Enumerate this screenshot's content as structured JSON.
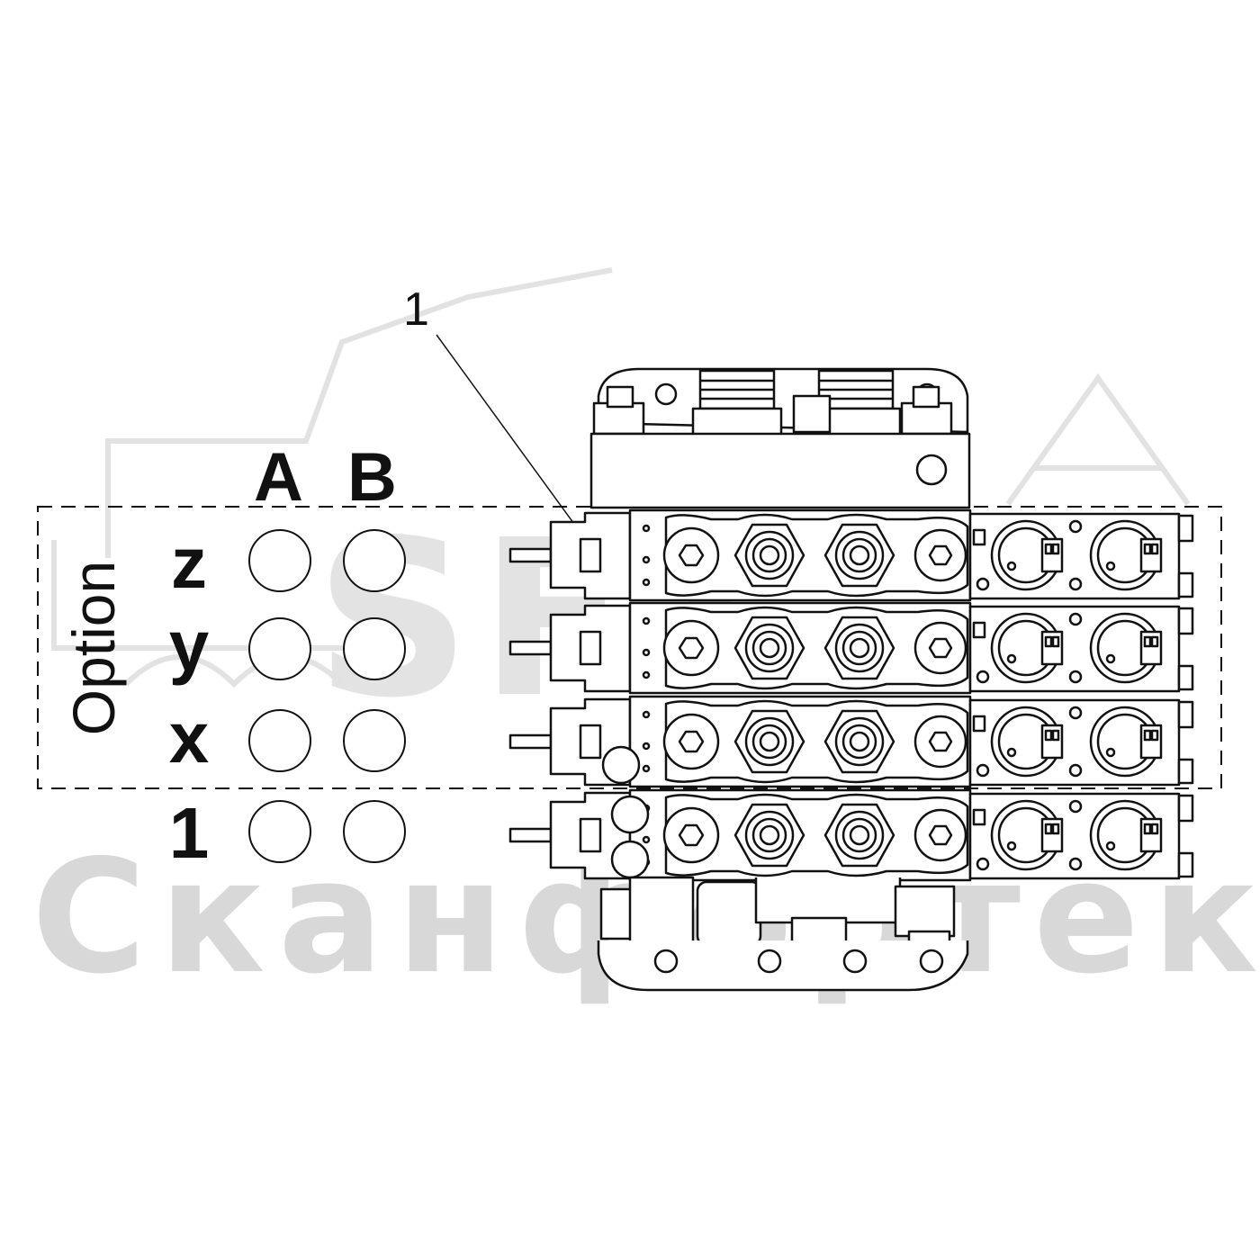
{
  "watermark": {
    "brand_short": "SFT",
    "brand_full": "Сканфортек"
  },
  "table": {
    "group_label": "Option",
    "column_headers": [
      "A",
      "B"
    ],
    "rows": [
      {
        "label": "z"
      },
      {
        "label": "y"
      },
      {
        "label": "x"
      },
      {
        "label": "1"
      }
    ]
  },
  "callout": {
    "number": "1"
  },
  "colors": {
    "line": "#111111",
    "watermark": "#d8d8d8",
    "background": "#ffffff"
  }
}
